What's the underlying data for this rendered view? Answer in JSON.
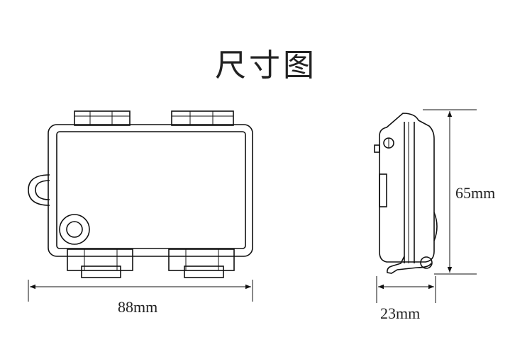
{
  "title": "尺寸图",
  "dimensions": {
    "width": "88mm",
    "height": "65mm",
    "depth": "23mm"
  }
}
